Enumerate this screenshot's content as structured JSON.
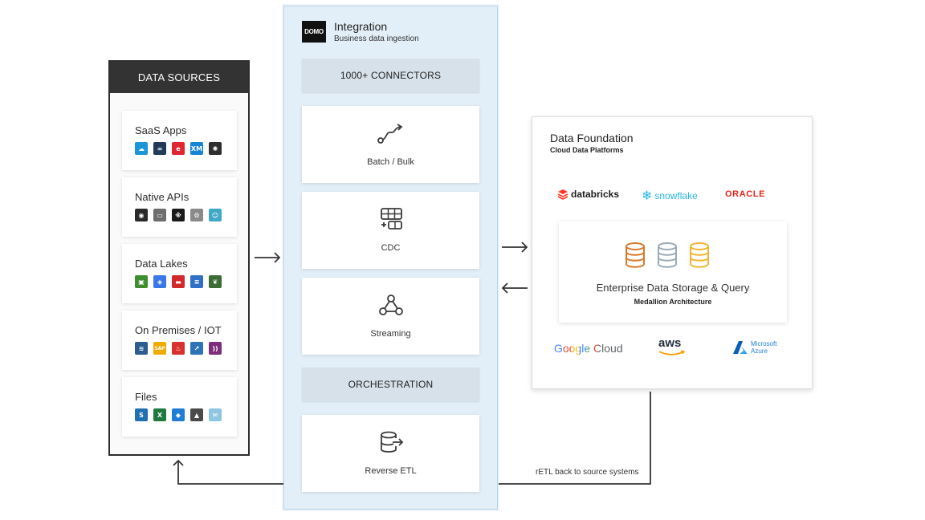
{
  "data_sources": {
    "title": "DATA SOURCES",
    "groups": [
      {
        "label": "SaaS Apps",
        "icons": [
          {
            "name": "salesforce-icon",
            "glyph": "☁",
            "color": "#1b96d8"
          },
          {
            "name": "infinity-app-icon",
            "glyph": "∞",
            "color": "#1f3b57"
          },
          {
            "name": "e-app-icon",
            "glyph": "e",
            "color": "#e0262f"
          },
          {
            "name": "xm-app-icon",
            "glyph": "XM",
            "color": "#1585d6"
          },
          {
            "name": "hubspot-icon",
            "glyph": "✺",
            "color": "#2e2e2e"
          }
        ]
      },
      {
        "label": "Native APIs",
        "icons": [
          {
            "name": "circle-app-icon",
            "glyph": "◉",
            "color": "#2a2a2a"
          },
          {
            "name": "monitor-app-icon",
            "glyph": "▭",
            "color": "#6d6d6d"
          },
          {
            "name": "kafka-icon",
            "glyph": "※",
            "color": "#1a1a1a"
          },
          {
            "name": "webhook-app-icon",
            "glyph": "⚙",
            "color": "#8a8a8a"
          },
          {
            "name": "mailchimp-icon",
            "glyph": "☺",
            "color": "#3fa9c5"
          }
        ]
      },
      {
        "label": "Data Lakes",
        "icons": [
          {
            "name": "s3-bucket-icon",
            "glyph": "▣",
            "color": "#3e8e2f"
          },
          {
            "name": "bigquery-icon",
            "glyph": "◈",
            "color": "#3b78e7"
          },
          {
            "name": "oracle-db-icon",
            "glyph": "▬",
            "color": "#d3292c"
          },
          {
            "name": "azure-blob-icon",
            "glyph": "≡",
            "color": "#2f6fc6"
          },
          {
            "name": "mongodb-icon",
            "glyph": "❦",
            "color": "#3d6b35"
          }
        ]
      },
      {
        "label": "On Premises / IOT",
        "icons": [
          {
            "name": "mysql-icon",
            "glyph": "≋",
            "color": "#2c5d8f"
          },
          {
            "name": "sap-icon",
            "glyph": "SAP",
            "color": "#f0ab00"
          },
          {
            "name": "jdbc-icon",
            "glyph": "♨",
            "color": "#d9312f"
          },
          {
            "name": "ftp-icon",
            "glyph": "↗",
            "color": "#2d73b6"
          },
          {
            "name": "rss-feed-icon",
            "glyph": "))",
            "color": "#7d2d7a"
          }
        ]
      },
      {
        "label": "Files",
        "icons": [
          {
            "name": "sharepoint-icon",
            "glyph": "S",
            "color": "#1f6fb2"
          },
          {
            "name": "excel-icon",
            "glyph": "X",
            "color": "#1e7a3e"
          },
          {
            "name": "dropbox-icon",
            "glyph": "◆",
            "color": "#1f7dd6"
          },
          {
            "name": "google-drive-icon",
            "glyph": "▲",
            "color": "#4a4a4a"
          },
          {
            "name": "email-file-icon",
            "glyph": "✉",
            "color": "#8ec6e0"
          }
        ]
      }
    ]
  },
  "integration": {
    "logo": "DOMO",
    "title": "Integration",
    "subtitle": "Business data ingestion",
    "connectors_label": "1000+ CONNECTORS",
    "orchestration_label": "ORCHESTRATION",
    "cards": [
      {
        "label": "Batch / Bulk",
        "icon": "flow-path-icon"
      },
      {
        "label": "CDC",
        "icon": "table-change-icon"
      },
      {
        "label": "Streaming",
        "icon": "webhook-icon"
      },
      {
        "label": "Reverse ETL",
        "icon": "database-export-icon"
      }
    ]
  },
  "foundation": {
    "title": "Data Foundation",
    "subtitle": "Cloud Data Platforms",
    "vendors_top": [
      {
        "name": "databricks",
        "color": "#ff3621"
      },
      {
        "name": "snowflake",
        "color": "#29b5e8"
      },
      {
        "name": "ORACLE",
        "color": "#e1261c"
      }
    ],
    "storage_title": "Enterprise Data Storage & Query",
    "storage_subtitle": "Medallion Architecture",
    "storage_tiers": [
      {
        "name": "bronze",
        "color": "#d97a2b"
      },
      {
        "name": "silver",
        "color": "#9aabb8"
      },
      {
        "name": "gold",
        "color": "#f2b431"
      }
    ],
    "vendors_bottom": [
      {
        "name": "Google Cloud"
      },
      {
        "name": "aws"
      },
      {
        "name": "Microsoft",
        "name2": "Azure",
        "color": "#1f7fd6"
      }
    ]
  },
  "flow_label": "rETL back to source systems"
}
